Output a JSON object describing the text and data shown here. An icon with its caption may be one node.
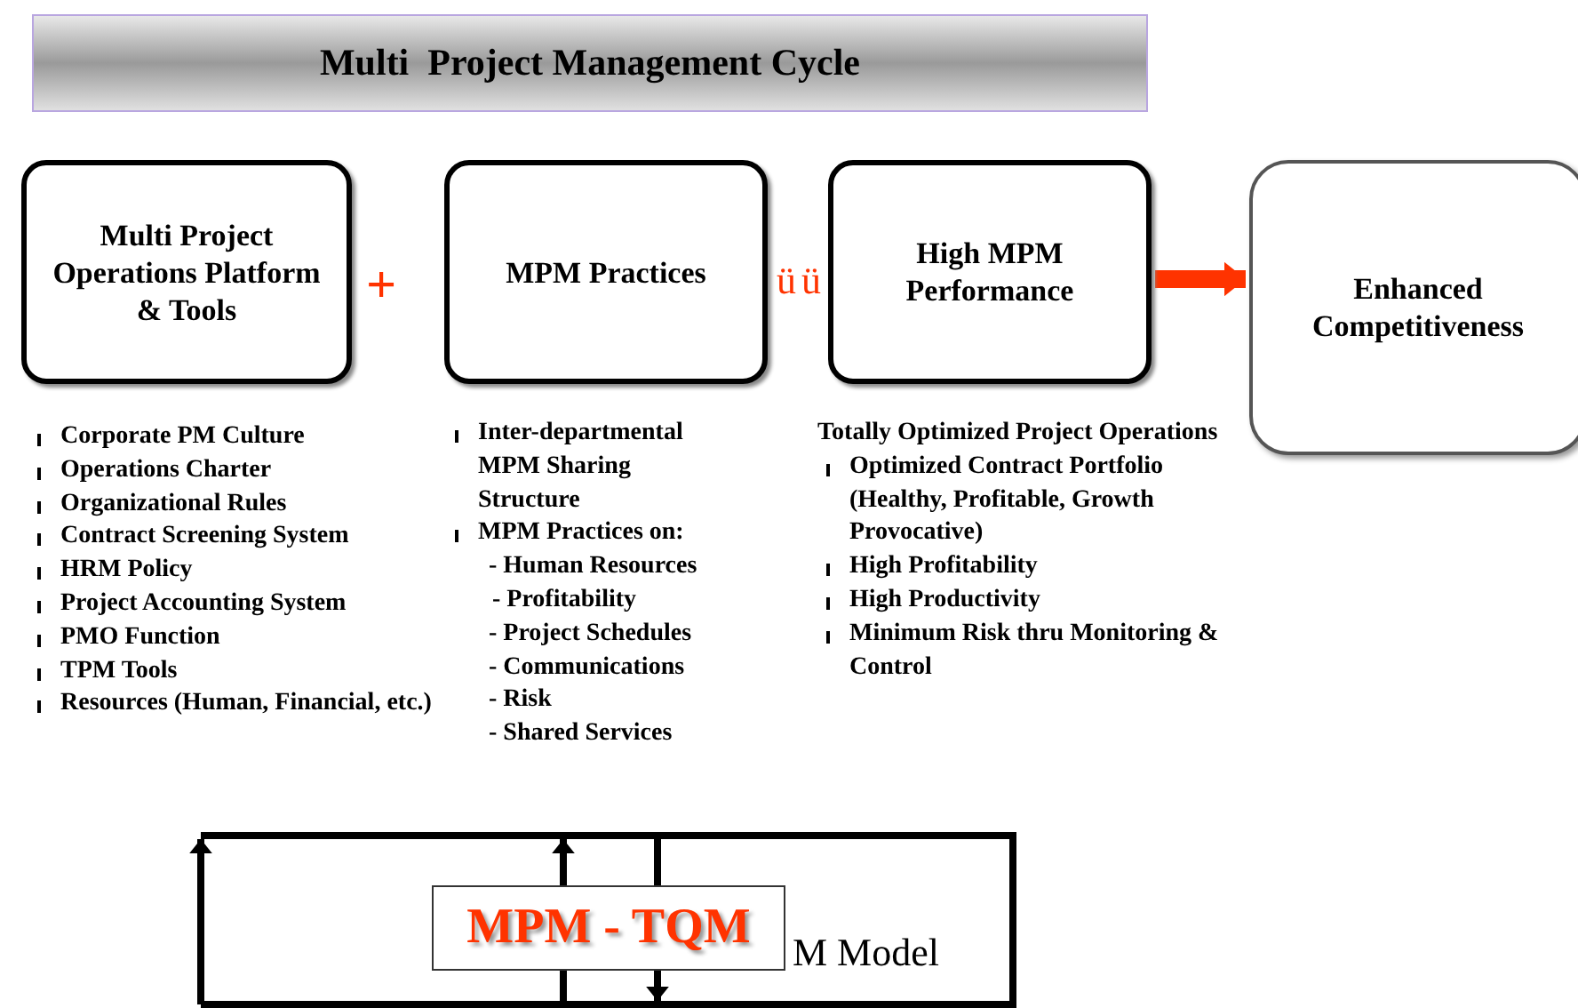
{
  "diagram": {
    "title": "Multi  Project Management Cycle",
    "nodes": [
      {
        "text": [
          "Multi Project Operations Platform & Tools"
        ],
        "beside": [
          "Corporate PM Culture",
          "Operations Charter",
          "Organizational Rules",
          "Contract Screening System",
          "HRM Policy",
          "Project Accounting System",
          "PMO Function",
          "TPM Tools",
          "Resources (Human, Financial, etc.)"
        ]
      },
      {
        "text": [
          "MPM Practices"
        ],
        "beside": [
          "Inter-departmental MPM Sharing Structure",
          "MPM Practices on:",
          "- Human Resources",
          "- Profitability",
          "- Project Schedules",
          "- Communications",
          "- Risk",
          "- Shared Services"
        ]
      },
      {
        "text": [
          "High MPM Performance"
        ],
        "beside": [
          "Totally Optimized Project Operations",
          "Optimized Contract Portfolio (Healthy, Profitable, Growth Provocative)",
          "High Profitability",
          "High Productivity",
          "Minimum Risk thru Monitoring & Control"
        ]
      },
      {
        "text": [
          "Enhanced Competitiveness"
        ]
      },
      {
        "text": [
          "MPM - TQM"
        ]
      }
    ],
    "edges": [
      {
        "from": 2,
        "to": 3,
        "arrow": "to",
        "color": "#ff3300"
      }
    ],
    "labels": [
      "+",
      "ü",
      "ü",
      "M Model"
    ]
  }
}
